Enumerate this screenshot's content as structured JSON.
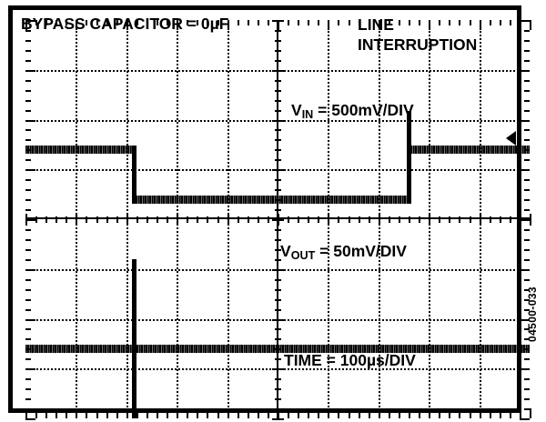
{
  "figure": {
    "id_label": "04500-033",
    "type": "oscilloscope-screenshot"
  },
  "annotations": {
    "bypass": "BYPASS CAPACITOR = 0µF",
    "event_line1": "LINE",
    "event_line2": "INTERRUPTION",
    "vin_prefix": "V",
    "vin_sub": "IN",
    "vin_value": " = 500mV/DIV",
    "vout_prefix": "V",
    "vout_sub": "OUT",
    "vout_value": " = 50mV/DIV",
    "time": "TIME = 100µs/DIV"
  },
  "scope_settings": {
    "bypass_capacitor": "0µF",
    "vin_scale": "500mV/DIV",
    "vout_scale": "50mV/DIV",
    "timebase": "100µs/DIV",
    "event": "LINE INTERRUPTION"
  },
  "colors": {
    "trace": "#000000",
    "graticule": "#000000",
    "background": "#ffffff"
  },
  "chart_data": {
    "type": "line",
    "title": "Line interruption response with 0µF bypass capacitor",
    "xlabel": "TIME = 100µs/DIV",
    "grid": true,
    "legend": "none",
    "divisions": {
      "horizontal": 10,
      "vertical": 8
    },
    "series": [
      {
        "name": "VIN",
        "scale": "500mV/DIV",
        "unit": "V",
        "description": "Input supply drops by about one division during the line interruption, then recovers.",
        "x": [
          0,
          2.15,
          2.15,
          7.6,
          7.6,
          10
        ],
        "y_div": [
          5.4,
          5.4,
          4.4,
          4.4,
          5.4,
          5.4
        ],
        "transitions": [
          {
            "x_div": 2.15,
            "edge": "falling",
            "delta_div": -1.0
          },
          {
            "x_div": 7.6,
            "edge": "rising",
            "delta_div": 1.0
          }
        ]
      },
      {
        "name": "VOUT",
        "scale": "50mV/DIV",
        "unit": "V",
        "description": "Output stays flat at the baseline except for a narrow positive spike coincident with the falling edge of VIN.",
        "x": [
          0,
          2.15,
          2.15,
          2.2,
          2.2,
          10
        ],
        "y_div": [
          1.4,
          1.4,
          3.2,
          3.2,
          1.4,
          1.4
        ],
        "spikes": [
          {
            "x_div": 2.15,
            "amplitude_div": 1.8,
            "polarity": "positive"
          }
        ]
      }
    ],
    "axis_ranges": {
      "x_div": [
        0,
        10
      ],
      "y_div": [
        0,
        8
      ]
    }
  }
}
